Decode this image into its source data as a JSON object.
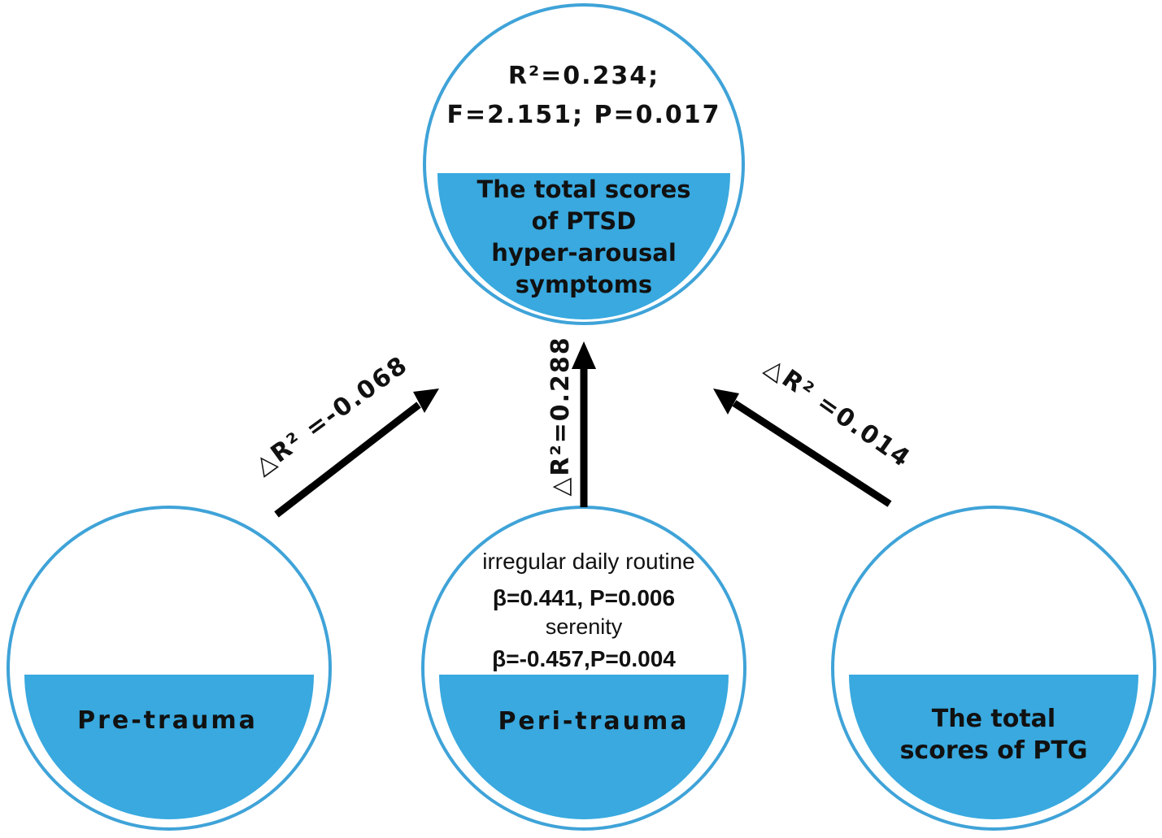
{
  "colors": {
    "circle_stroke": "#3fa3d8",
    "fill": "#39a9df",
    "text": "#111111",
    "arrow": "#000000"
  },
  "top_node": {
    "stats_line1": "R²=0.234;",
    "stats_line2": "F=2.151;  P=0.017",
    "label_lines": [
      "The total scores",
      "of PTSD",
      "hyper-arousal",
      "symptoms"
    ]
  },
  "left_node": {
    "label": "Pre-trauma"
  },
  "middle_node": {
    "label": "Peri-trauma",
    "finding1_name": "irregular daily routine",
    "finding1_stats": "β=0.441, P=0.006",
    "finding2_name": "serenity",
    "finding2_stats": "β=-0.457,P=0.004"
  },
  "right_node": {
    "label_lines": [
      "The total",
      "scores of PTG"
    ]
  },
  "edges": {
    "left": "△R² =-0.068",
    "middle": "△R²=0.288",
    "right": "△R² =0.014"
  }
}
